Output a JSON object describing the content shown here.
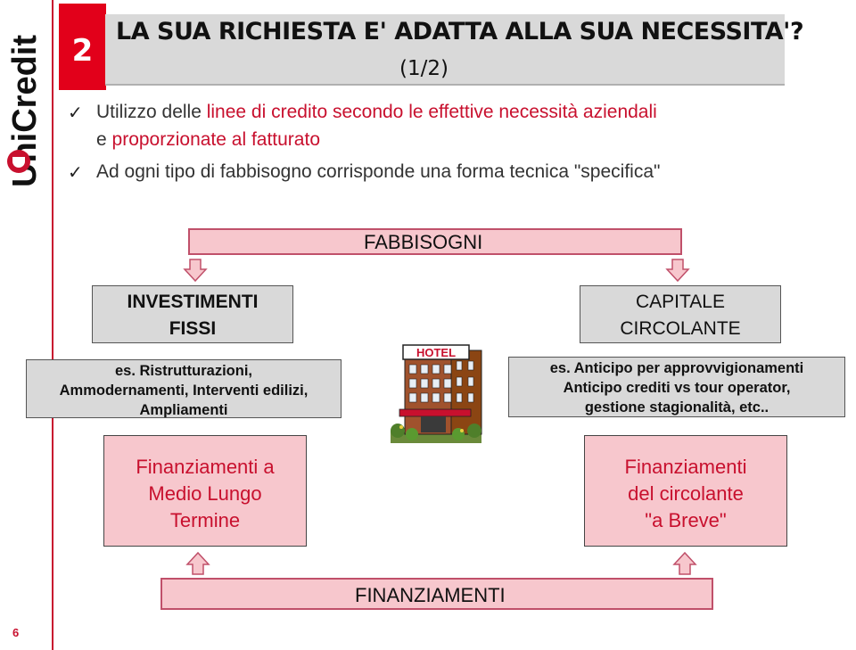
{
  "brand": {
    "logo_text": "UniCredit",
    "accent": "#c8102e"
  },
  "header": {
    "number": "2",
    "title_line1": "LA SUA RICHIESTA E' ADATTA ALLA SUA NECESSITA'?",
    "title_line2": "(1/2)"
  },
  "bullets": [
    {
      "pre": "Utilizzo delle ",
      "highlight": "linee di credito secondo le effettive necessità aziendali",
      "line2_pre": "e ",
      "line2_highlight": "proporzionate al fatturato"
    },
    {
      "text": "Ad ogni tipo di fabbisogno corrisponde una forma tecnica \"specifica\""
    }
  ],
  "diagram": {
    "fabbisogni": "FABBISOGNI",
    "investimenti": {
      "line1": "INVESTIMENTI",
      "line2": "FISSI"
    },
    "capitale": {
      "line1": "CAPITALE",
      "line2": "CIRCOLANTE"
    },
    "example_left": {
      "line1": "es. Ristrutturazioni,",
      "line2": "Ammodernamenti, Interventi edilizi,",
      "line3": "Ampliamenti"
    },
    "example_right": {
      "line1": "es. Anticipo per approvvigionamenti",
      "line2": "Anticipo crediti vs tour operator,",
      "line3": "gestione stagionalità, etc.."
    },
    "hotel_sign": "HOTEL",
    "fin_left": {
      "line1": "Finanziamenti a",
      "line2": "Medio Lungo",
      "line3": "Termine"
    },
    "fin_right": {
      "line1": "Finanziamenti",
      "line2": "del circolante",
      "line3": "\"a Breve\""
    },
    "finanziamenti": "FINANZIAMENTI"
  },
  "footer": {
    "page_number": "6"
  }
}
